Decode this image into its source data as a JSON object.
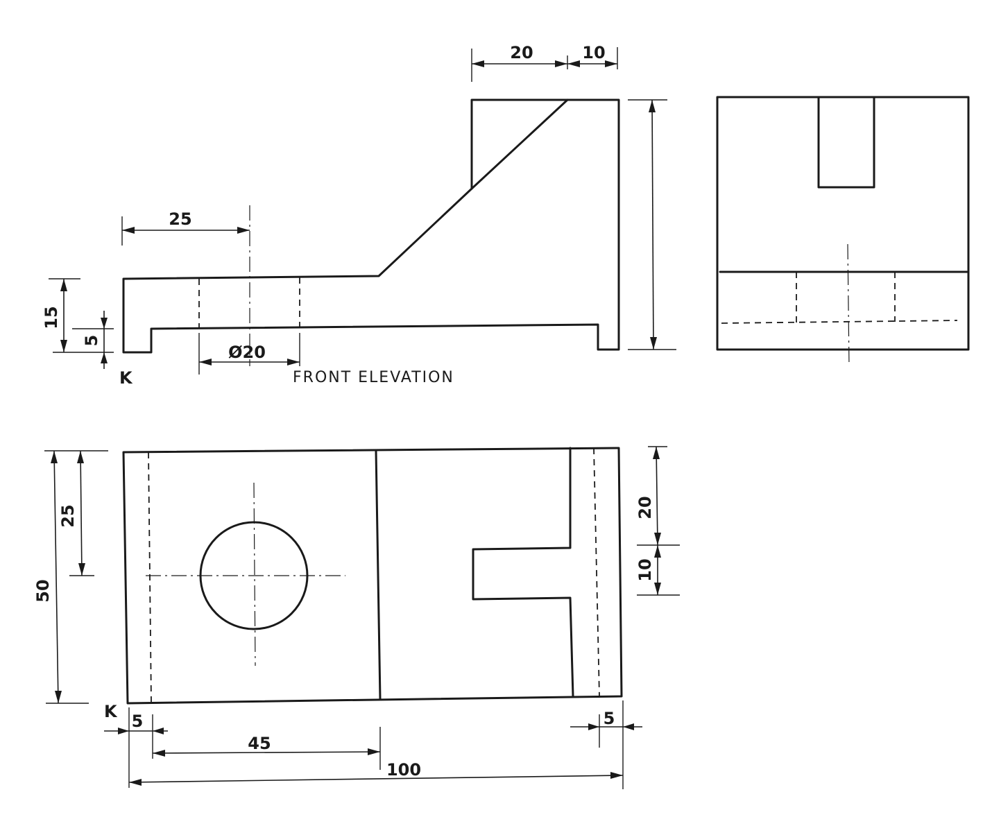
{
  "drawing": {
    "front_elevation": {
      "caption": "FRONT ELEVATION",
      "point_label": "K",
      "dimensions": {
        "top_20": "20",
        "top_10": "10",
        "hole_offset_25": "25",
        "height_15": "15",
        "lip_5": "5",
        "hole_dia": "Ø20"
      }
    },
    "plan": {
      "point_label": "K",
      "dimensions": {
        "depth_50": "50",
        "hole_center_25": "25",
        "slot_20": "20",
        "slot_10": "10",
        "left_5": "5",
        "right_5": "5",
        "length_45": "45",
        "length_100": "100"
      }
    }
  }
}
